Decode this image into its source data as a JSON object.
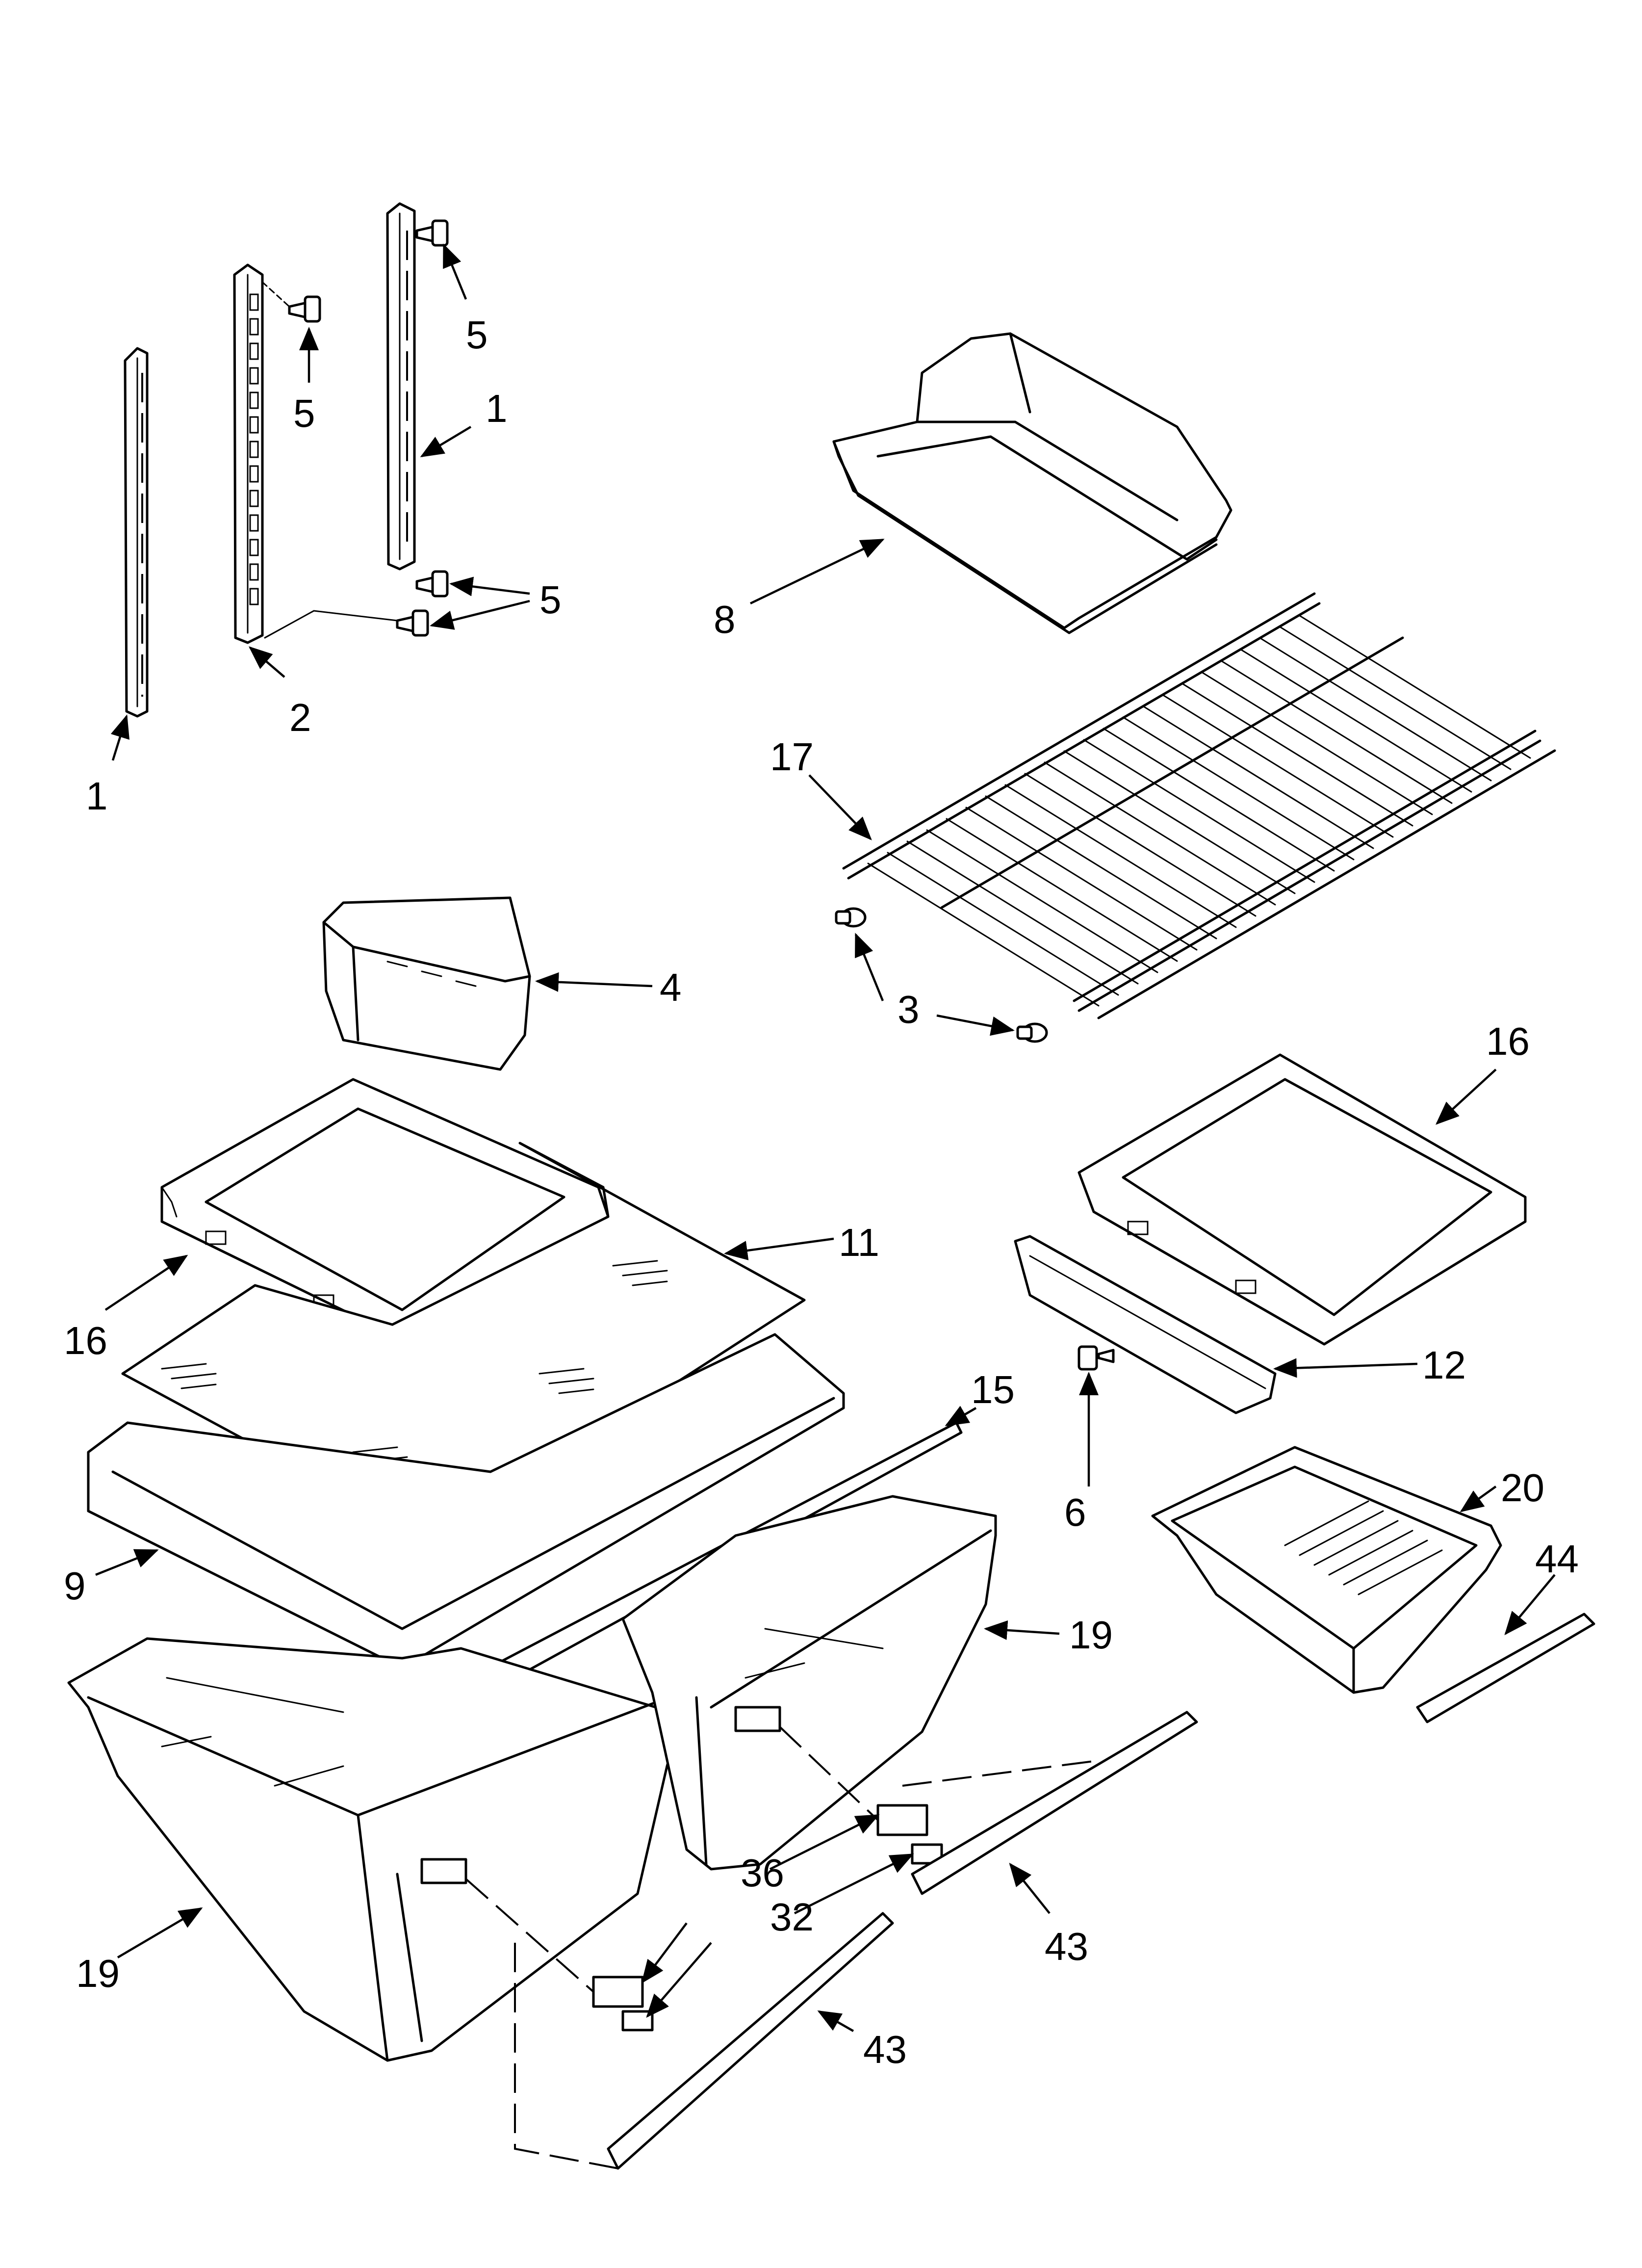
{
  "callouts": [
    {
      "id": "c1a",
      "text": "1"
    },
    {
      "id": "c1b",
      "text": "1"
    },
    {
      "id": "c2",
      "text": "2"
    },
    {
      "id": "c3",
      "text": "3"
    },
    {
      "id": "c4",
      "text": "4"
    },
    {
      "id": "c5a",
      "text": "5"
    },
    {
      "id": "c5b",
      "text": "5"
    },
    {
      "id": "c5c",
      "text": "5"
    },
    {
      "id": "c6",
      "text": "6"
    },
    {
      "id": "c8",
      "text": "8"
    },
    {
      "id": "c9",
      "text": "9"
    },
    {
      "id": "c11",
      "text": "11"
    },
    {
      "id": "c12",
      "text": "12"
    },
    {
      "id": "c15",
      "text": "15"
    },
    {
      "id": "c16a",
      "text": "16"
    },
    {
      "id": "c16b",
      "text": "16"
    },
    {
      "id": "c17",
      "text": "17"
    },
    {
      "id": "c19a",
      "text": "19"
    },
    {
      "id": "c19b",
      "text": "19"
    },
    {
      "id": "c20",
      "text": "20"
    },
    {
      "id": "c32",
      "text": "32"
    },
    {
      "id": "c36",
      "text": "36"
    },
    {
      "id": "c43a",
      "text": "43"
    },
    {
      "id": "c43b",
      "text": "43"
    },
    {
      "id": "c44",
      "text": "44"
    }
  ]
}
